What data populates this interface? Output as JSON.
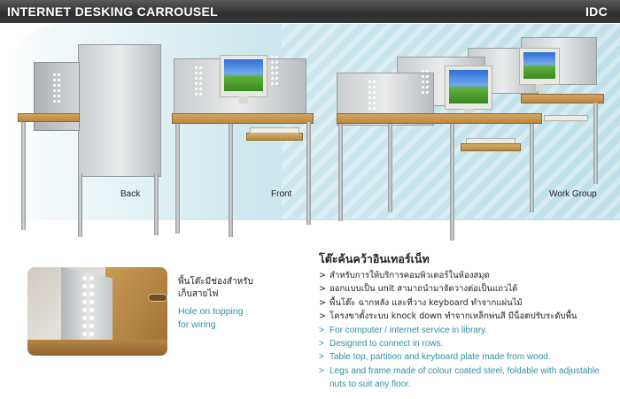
{
  "header": {
    "title": "INTERNET DESKING CARROUSEL",
    "brand": "IDC"
  },
  "photos": {
    "back_label": "Back",
    "front_label": "Front",
    "group_label": "Work Group"
  },
  "detail": {
    "caption_th_line1": "พื้นโต๊ะมีช่องสำหรับ",
    "caption_th_line2": "เก็บสายไฟ",
    "caption_en_line1": "Hole on topping",
    "caption_en_line2": "for wiring"
  },
  "spec": {
    "heading": "โต๊ะค้นคว้าอินเทอร์เน็ท",
    "items": [
      {
        "lang": "th",
        "text": "สำหรับการให้บริการคอมพิวเตอร์ในห้องสมุด"
      },
      {
        "lang": "th",
        "text": "ออกแบบเป็น unit สามาถนำมาจัดวางต่อเป็นแถวได้"
      },
      {
        "lang": "th",
        "text": "พื้นโต๊ะ ฉากหลัง และที่วาง keyboard ทำจากแผ่นไม้"
      },
      {
        "lang": "th",
        "text": "โครงขาตั้งระบบ knock down ทำจากเหล็กพ่นสี มีน็อตปรับระดับพื้น"
      },
      {
        "lang": "en",
        "text": "For computer / internet service in library."
      },
      {
        "lang": "en",
        "text": "Designed to connect in rows."
      },
      {
        "lang": "en",
        "text": "Table top, partition and keyboard plate made from wood."
      },
      {
        "lang": "en",
        "text": "Legs and  frame made of colour coated steel, foldable with adjustable"
      },
      {
        "lang": "en",
        "text": "nuts to suit any floor."
      }
    ]
  },
  "colors": {
    "header_bg": "#3a3a3a",
    "accent_teal": "#2f8fa6",
    "wood": "#c99a58"
  }
}
